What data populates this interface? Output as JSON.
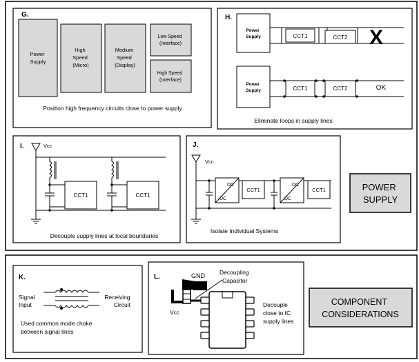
{
  "power_supply_section": {
    "heading": "POWER SUPPLY",
    "panel_g": {
      "letter": "G.",
      "blocks": {
        "power_supply": [
          "Power",
          "Supply"
        ],
        "high_speed_micro": [
          "High",
          "Speed",
          "(Micro)"
        ],
        "medium_speed_display": [
          "Medium",
          "Speed",
          "(Display)"
        ],
        "low_speed_interface": [
          "Low Speed",
          "(Interface)"
        ],
        "high_speed_interface": [
          "High Speed",
          "(Interface)"
        ]
      },
      "caption": "Position high frequency circuits close to power supply"
    },
    "panel_h": {
      "letter": "H.",
      "top_power_supply": [
        "Power",
        "Supply"
      ],
      "bottom_power_supply": [
        "Power",
        "Supply"
      ],
      "cct1": "CCT1",
      "cct2": "CCT2",
      "bad_mark": "X",
      "ok_label": "OK",
      "caption": "Eliminate loops in supply lines"
    },
    "panel_i": {
      "letter": "I.",
      "vcc": "Vcc",
      "cct1": "CCT1",
      "caption": "Decouple supply lines at local boundaries"
    },
    "panel_j": {
      "letter": "J.",
      "vcc": "Vcc",
      "dc": "DC",
      "cct1": "CCT1",
      "caption": "Isolate Individual Systems"
    }
  },
  "component_section": {
    "heading": [
      "COMPONENT",
      "CONSIDERATIONS"
    ],
    "panel_k": {
      "letter": "K.",
      "signal_input": [
        "Signal",
        "Input"
      ],
      "receiving_circuit": [
        "Receiving",
        "Circuit"
      ],
      "caption": [
        "Used common mode choke",
        "between signal lines"
      ]
    },
    "panel_l": {
      "letter": "L.",
      "gnd": "GND",
      "decoupling_capacitor": [
        "Decoupling",
        "Capacitor"
      ],
      "vcc": "Vcc",
      "note": [
        "Decouple",
        "close to IC",
        "supply lines"
      ]
    }
  },
  "colors": {
    "block_fill": "#d9d9d9",
    "line": "#000000",
    "background": "#ffffff"
  }
}
